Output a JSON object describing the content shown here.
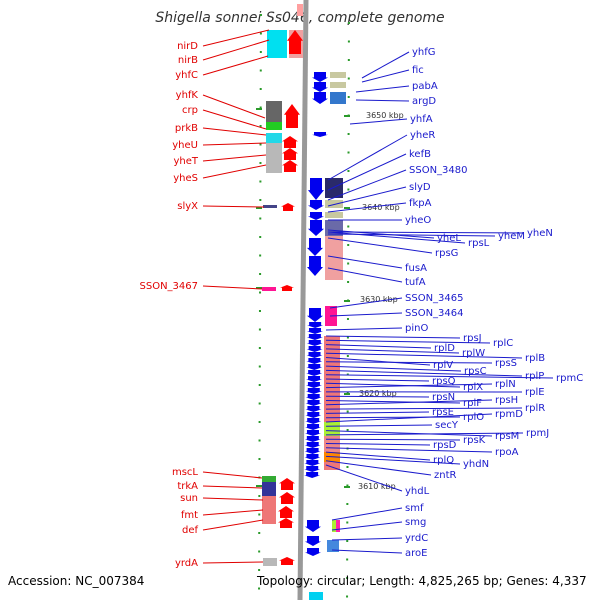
{
  "title": "Shigella sonnei Ss046, complete genome",
  "accession": "Accession: NC_007384",
  "topology": "Topology: circular; Length: 4,825,265 bp; Genes: 4,337",
  "colors": {
    "left_label": "#e00000",
    "right_label": "#1a1acc",
    "forward_arrow": "#ff0000",
    "reverse_arrow": "#0000ee",
    "backbone": "#999999",
    "tick": "#2a9a2a"
  },
  "kbp_ticks": [
    "3650 kbp",
    "3640 kbp",
    "3630 kbp",
    "3620 kbp",
    "3610 kbp"
  ],
  "left_labels": [
    "nirD",
    "nirB",
    "yhfC",
    "yhfK",
    "crp",
    "prkB",
    "yheU",
    "yheT",
    "yheS",
    "slyX",
    "SSON_3467",
    "mscL",
    "trkA",
    "sun",
    "fmt",
    "def",
    "yrdA"
  ],
  "right_labels": [
    "yhfG",
    "fic",
    "pabA",
    "argD",
    "yhfA",
    "yheR",
    "kefB",
    "SSON_3480",
    "slyD",
    "fkpA",
    "yheO",
    "yheL",
    "rpsL",
    "yheM",
    "yheN",
    "rpsG",
    "fusA",
    "tufA",
    "SSON_3465",
    "SSON_3464",
    "pinO",
    "rpsJ",
    "rplC",
    "rplD",
    "rplW",
    "rplB",
    "rplV",
    "rpsS",
    "rpsC",
    "rplP",
    "rpmC",
    "rpsQ",
    "rplX",
    "rplN",
    "rplE",
    "rpsN",
    "rplF",
    "rpsH",
    "rplR",
    "rpsE",
    "rplO",
    "rpmD",
    "secY",
    "rpsM",
    "rpmJ",
    "rpsK",
    "rpsD",
    "rpoA",
    "rplQ",
    "yhdN",
    "zntR",
    "yhdL",
    "smf",
    "smg",
    "yrdC",
    "aroE"
  ]
}
